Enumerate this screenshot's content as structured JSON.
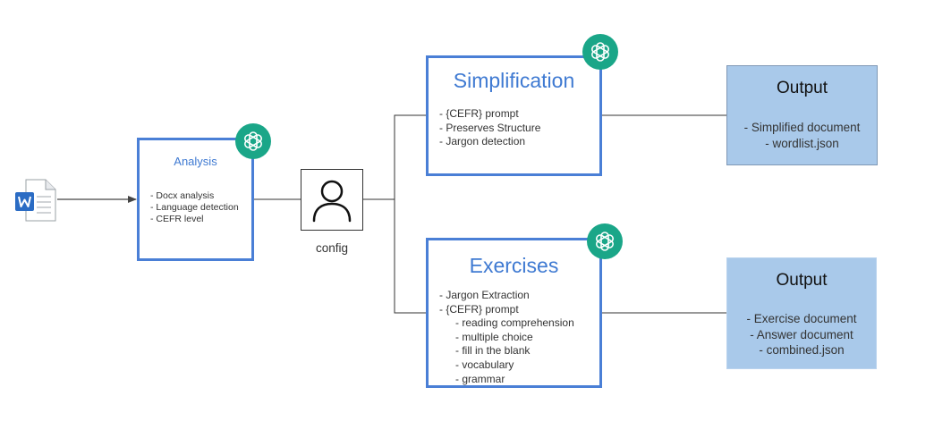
{
  "analysis": {
    "title": "Analysis",
    "items": [
      "- Docx analysis",
      "- Language detection",
      "- CEFR level"
    ]
  },
  "config": {
    "label": "config"
  },
  "simplification": {
    "title": "Simplification",
    "items": [
      "- {CEFR} prompt",
      "- Preserves Structure",
      "- Jargon detection"
    ]
  },
  "exercises": {
    "title": "Exercises",
    "items": [
      "- Jargon Extraction",
      "- {CEFR} prompt",
      "- reading comprehension",
      "- multiple choice",
      "- fill in the blank",
      "- vocabulary",
      "- grammar"
    ]
  },
  "output_simplification": {
    "title": "Output",
    "items": [
      "- Simplified document",
      "- wordlist.json"
    ]
  },
  "output_exercises": {
    "title": "Output",
    "items": [
      "- Exercise document",
      "- Answer document",
      "- combined.json"
    ]
  },
  "icons": {
    "input_file": "word-document-icon",
    "config": "user-icon",
    "model_badge": "openai-logo-icon"
  },
  "colors": {
    "box_border": "#4a7fd6",
    "box_title": "#3f7ad2",
    "output_fill": "#a9c9ea",
    "badge": "#1aa688",
    "connector": "#333333"
  }
}
